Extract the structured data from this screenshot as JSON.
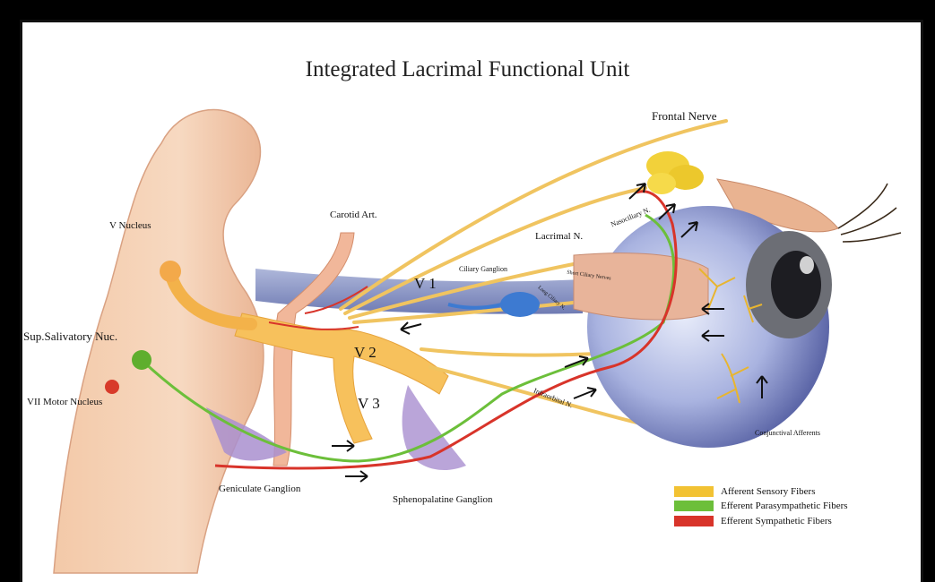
{
  "title": "Integrated Lacrimal Functional Unit",
  "labels": {
    "frontal_nerve": "Frontal Nerve",
    "nasociliary": "Nasociliary N.",
    "lacrimal_n": "Lacrimal N.",
    "ciliary_ganglion": "Ciliary Ganglion",
    "short_ciliary": "Short Ciliary Nerves",
    "long_ciliary": "Long Ciliary N.",
    "carotid": "Carotid Art.",
    "v_nucleus": "V Nucleus",
    "v1": "V 1",
    "v2": "V 2",
    "v3": "V 3",
    "sup_salivatory": "Sup.Salivatory Nuc.",
    "vii_motor": "VII Motor Nucleus",
    "geniculate": "Geniculate Ganglion",
    "sphenopalatine": "Sphenopalatine Ganglion",
    "infraorbital": "Infraorbital N.",
    "conjunctival": "Conjunctival Afferents"
  },
  "legend": [
    {
      "label": "Afferent Sensory Fibers",
      "color": "#f2c233"
    },
    {
      "label": "Efferent Parasympathetic Fibers",
      "color": "#6cbf3a"
    },
    {
      "label": "Efferent Sympathetic Fibers",
      "color": "#d8342a"
    }
  ]
}
